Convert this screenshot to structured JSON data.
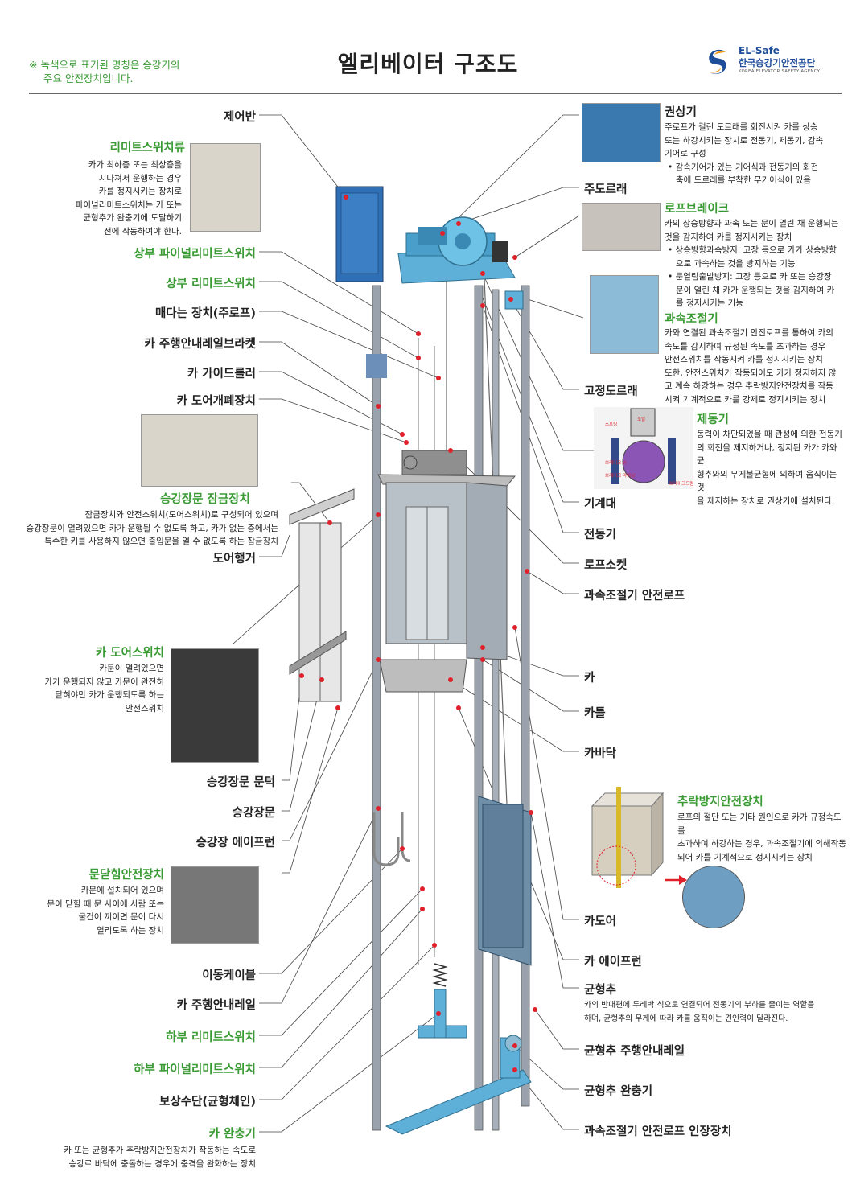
{
  "header": {
    "note_line1": "※ 녹색으로 표기된 명칭은 승강기의",
    "note_line2": "주요 안전장치입니다.",
    "title": "엘리베이터 구조도",
    "logo_brand": "EL-Safe",
    "logo_org": "한국승강기안전공단",
    "logo_org_en": "KOREA ELEVATOR SAFETY AGENCY"
  },
  "colors": {
    "accent_green": "#3a9b35",
    "shaft_blue": "#5fb0d8",
    "marker_red": "#e0202a",
    "logo_blue": "#1e4d9a",
    "logo_orange": "#f29a1f"
  },
  "left_labels": {
    "control_panel": "제어반",
    "limit_switches": "리미트스위치류",
    "limit_switches_desc": [
      "카가 최하층 또는 최상층을",
      "지나쳐서 운행하는 경우",
      "카를 정지시키는 장치로",
      "파이널리미트스위치는 카 또는",
      "균형추가 완충기에 도달하기",
      "전에 작동하여야 한다."
    ],
    "upper_final_limit": "상부 파이널리미트스위치",
    "upper_limit": "상부 리미트스위치",
    "suspension": "매다는 장치(주로프)",
    "car_rail_bracket": "카 주행안내레일브라켓",
    "car_guide_roller": "카 가이드롤러",
    "car_door_operator": "카 도어개폐장치",
    "landing_door_lock": "승강장문 잠금장치",
    "landing_door_lock_desc": [
      "잠금장치와 안전스위치(도어스위치)로 구성되어 있으며",
      "승강장문이 열려있으면 카가 운행될 수 없도록 하고, 카가 없는 층에서는",
      "특수한 키를 사용하지 않으면 출입문을 열 수 없도록 하는 잠금장치"
    ],
    "door_hanger": "도어행거",
    "car_door_switch": "카 도어스위치",
    "car_door_switch_desc": [
      "카문이 열려있으면",
      "카가 운행되지 않고 카문이 완전히",
      "닫혀야만 카가 운행되도록 하는",
      "안전스위치"
    ],
    "landing_sill": "승강장문 문턱",
    "landing_door": "승강장문",
    "landing_apron": "승강장 에이프런",
    "door_safety": "문닫힘안전장치",
    "door_safety_desc": [
      "카문에 설치되어 있으며",
      "문이 닫힐 때 문 사이에 사람 또는",
      "물건이 끼이면 문이 다시",
      "열리도록 하는 장치"
    ],
    "traveling_cable": "이동케이블",
    "car_guide_rail": "카 주행안내레일",
    "lower_limit": "하부 리미트스위치",
    "lower_final_limit": "하부 파이널리미트스위치",
    "compensation": "보상수단(균형체인)",
    "car_buffer": "카 완충기",
    "car_buffer_desc": [
      "카 또는 균형추가 추락방지안전장치가 작동하는 속도로",
      "승강로 바닥에 충돌하는 경우에 충격을 완화하는 장치"
    ]
  },
  "right_labels": {
    "traction_machine": "권상기",
    "traction_machine_desc": [
      "주로프가 걸린 도르래를 회전시켜 카를 상승",
      "또는 하강시키는 장치로 전동기, 제동기, 감속",
      "기어로 구성"
    ],
    "traction_machine_bullet": [
      "감속기어가 있는 기어식과 전동기의 회전",
      "축에 도르래를 부착한 무기어식이 있음"
    ],
    "main_sheave": "주도르래",
    "rope_brake": "로프브레이크",
    "rope_brake_desc": [
      "카의 상승방향과 과속 또는 문이 열린 채 운행되는",
      "것을 감지하여 카를 정지시키는 장치"
    ],
    "rope_brake_b1": [
      "상승방향과속방지: 고장 등으로 카가 상승방향",
      "으로 과속하는 것을 방지하는 기능"
    ],
    "rope_brake_b2": [
      "문열림출발방지: 고장 등으로 카 또는 승강장",
      "문이 열린 채 카가 운행되는 것을 감지하여 카",
      "를 정지시키는 기능"
    ],
    "governor": "과속조절기",
    "governor_desc": [
      "카와 연결된 과속조절기 안전로프를 통하여 카의",
      "속도를 감지하여 규정된 속도를 초과하는 경우",
      "안전스위치를 작동시켜 카를 정지시키는 장치",
      "또한, 안전스위치가 작동되어도 카가 정지하지 않",
      "고 계속 하강하는 경우 추락방지안전장치를 작동",
      "시켜 기계적으로 카를 강제로 정지시키는 장치"
    ],
    "deflector_sheave": "고정도르래",
    "brake": "제동기",
    "brake_desc": [
      "동력이 차단되었을 때 관성에 의한 전동기",
      "의 회전을 제지하거나, 정지된 카가 카와 균",
      "형추와의 무게불균형에 의하여 움직이는 것",
      "을 제지하는 장치로 권상기에 설치된다."
    ],
    "brake_parts": [
      "스프링",
      "코일",
      "브레이크 슈",
      "브레이크 라이닝",
      "브레이크드럼"
    ],
    "machine_bed": "기계대",
    "motor": "전동기",
    "rope_socket": "로프소켓",
    "governor_rope": "과속조절기 안전로프",
    "car": "카",
    "car_frame": "카틀",
    "car_floor": "카바닥",
    "safety_gear": "추락방지안전장치",
    "safety_gear_desc": [
      "로프의 절단 또는 기타 원인으로 카가 규정속도를",
      "초과하여 하강하는 경우, 과속조절기에 의해작동",
      "되어 카를 기계적으로 정지시키는 장치"
    ],
    "car_door": "카도어",
    "car_apron": "카 에이프런",
    "counterweight": "균형추",
    "counterweight_desc": [
      "카의 반대편에 두레박 식으로 연결되어 전동기의 부하를 줄이는 역할을",
      "하며, 균형추의 무게에 따라 카를 움직이는 견인력이 달라진다."
    ],
    "cwt_guide_rail": "균형추 주행안내레일",
    "cwt_buffer": "균형추 완충기",
    "governor_tension": "과속조절기 안전로프 인장장치"
  }
}
